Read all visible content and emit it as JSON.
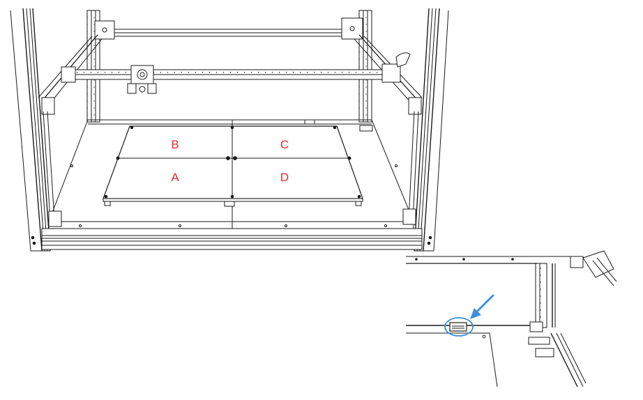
{
  "diagram": {
    "quadrants": [
      {
        "id": "A",
        "label": "A"
      },
      {
        "id": "B",
        "label": "B"
      },
      {
        "id": "C",
        "label": "C"
      },
      {
        "id": "D",
        "label": "D"
      }
    ],
    "colors": {
      "line": "#1a1a1a",
      "label": "#e8292b",
      "highlight": "#3b8fdc",
      "frame_fill": "#f2f2f2"
    },
    "icons": [
      "arrow-pointer-icon"
    ]
  }
}
